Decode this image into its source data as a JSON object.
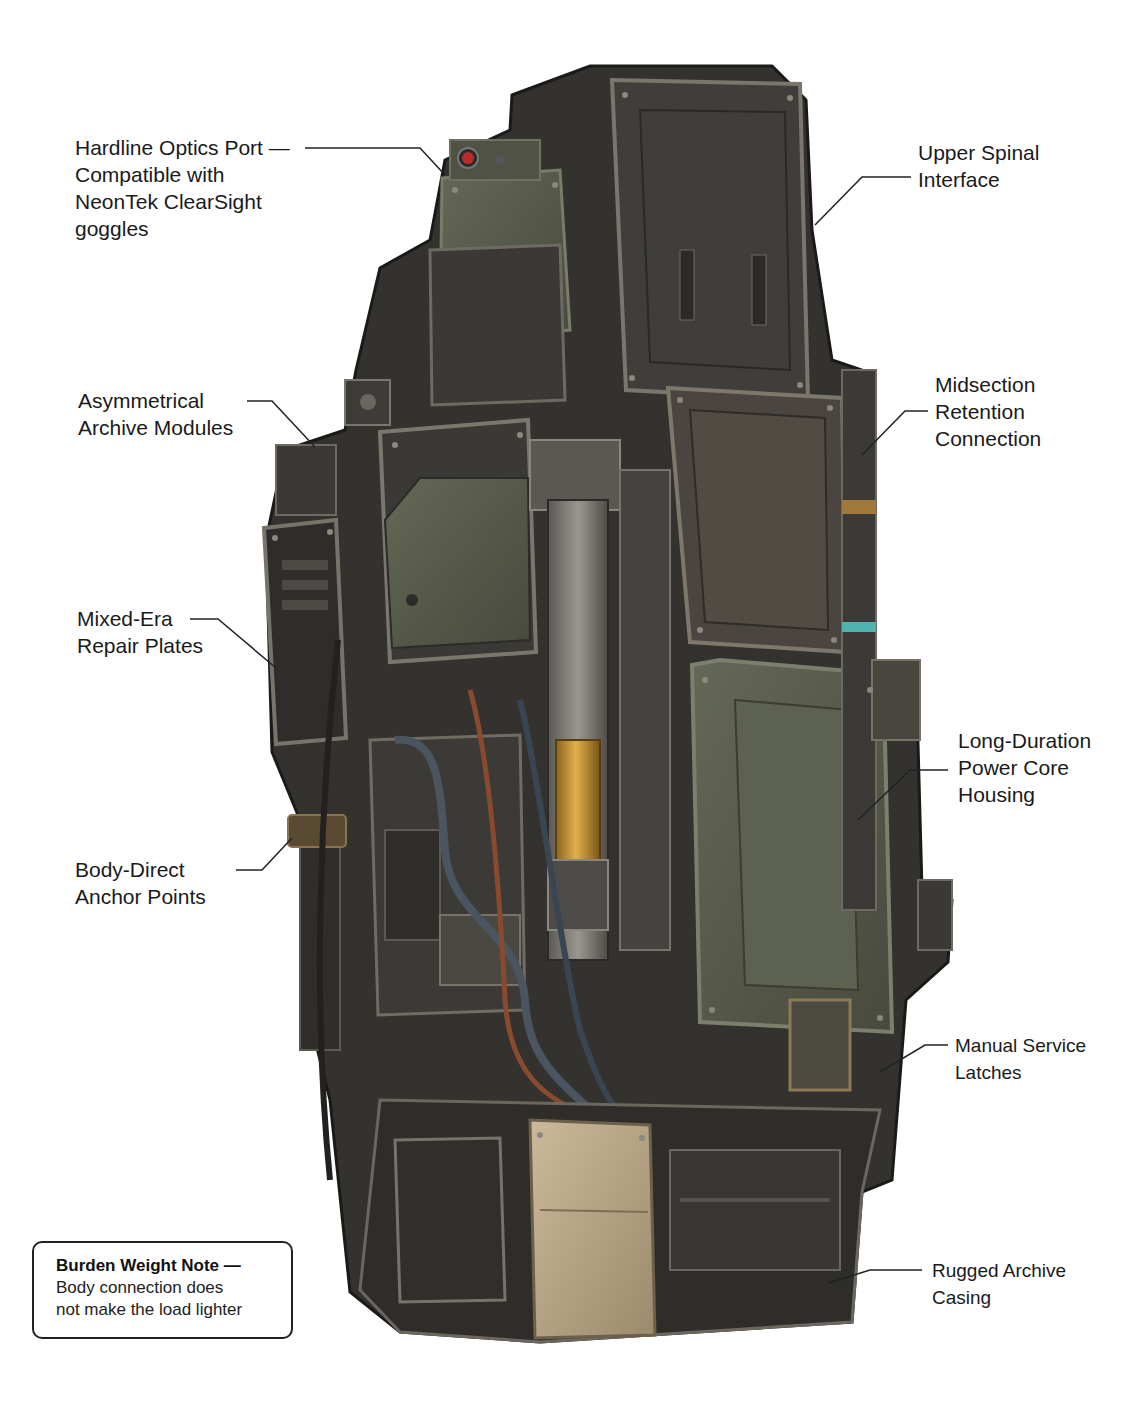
{
  "diagram": {
    "nodes": [
      {
        "text": [
          "Burden Weight Note —",
          "Body connection does not make the load lighter"
        ]
      }
    ],
    "labels": [
      "Hardline Optics Port — Compatible with NeonTek ClearSight goggles",
      "Upper Spinal Interface",
      "Asymmetrical Archive Modules",
      "Midsection Retention Connection",
      "Mixed-Era Repair Plates",
      "Long-Duration Power Core Housing",
      "Body-Direct Anchor Points",
      "Manual Service Latches",
      "Rugged Archive Casing"
    ]
  }
}
